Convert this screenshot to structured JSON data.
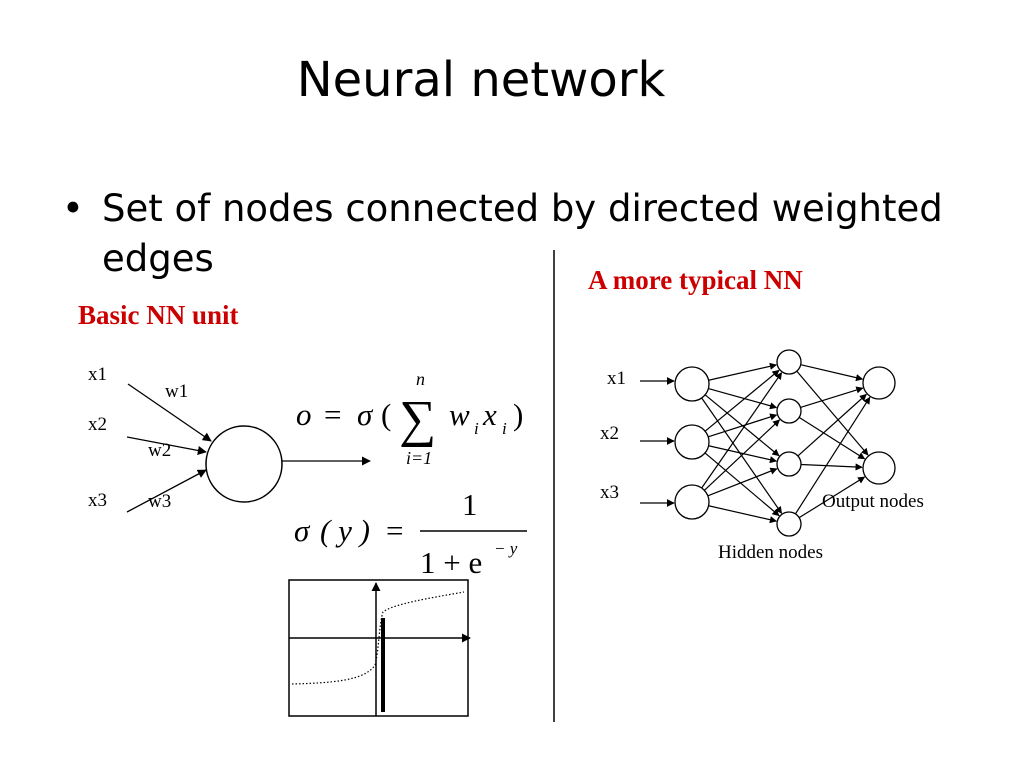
{
  "slide": {
    "title": "Neural network",
    "bullet": {
      "symbol": "•",
      "text": "Set of nodes connected by directed weighted edges"
    }
  },
  "basic_unit": {
    "heading": "Basic NN unit",
    "inputs": [
      "x1",
      "x2",
      "x3"
    ],
    "weights": [
      "w1",
      "w2",
      "w3"
    ],
    "formula_output": {
      "lhs": "o",
      "eq": "=",
      "sigma": "σ",
      "open": "(",
      "sum": "∑",
      "upper": "n",
      "lower": "i=1",
      "w": "w",
      "w_sub": "i",
      "x": "x",
      "x_sub": "i",
      "close": ")"
    },
    "formula_sigmoid": {
      "sigma": "σ",
      "arg": "( y )",
      "eq": "=",
      "numerator": "1",
      "denominator_base": "1 + e",
      "exponent": "− y"
    }
  },
  "typical_nn": {
    "heading": "A more typical NN",
    "inputs": [
      "x1",
      "x2",
      "x3"
    ],
    "hidden_label": "Hidden nodes",
    "output_label": "Output nodes"
  },
  "colors": {
    "heading_red": "#cc0000",
    "ink": "#000000"
  }
}
